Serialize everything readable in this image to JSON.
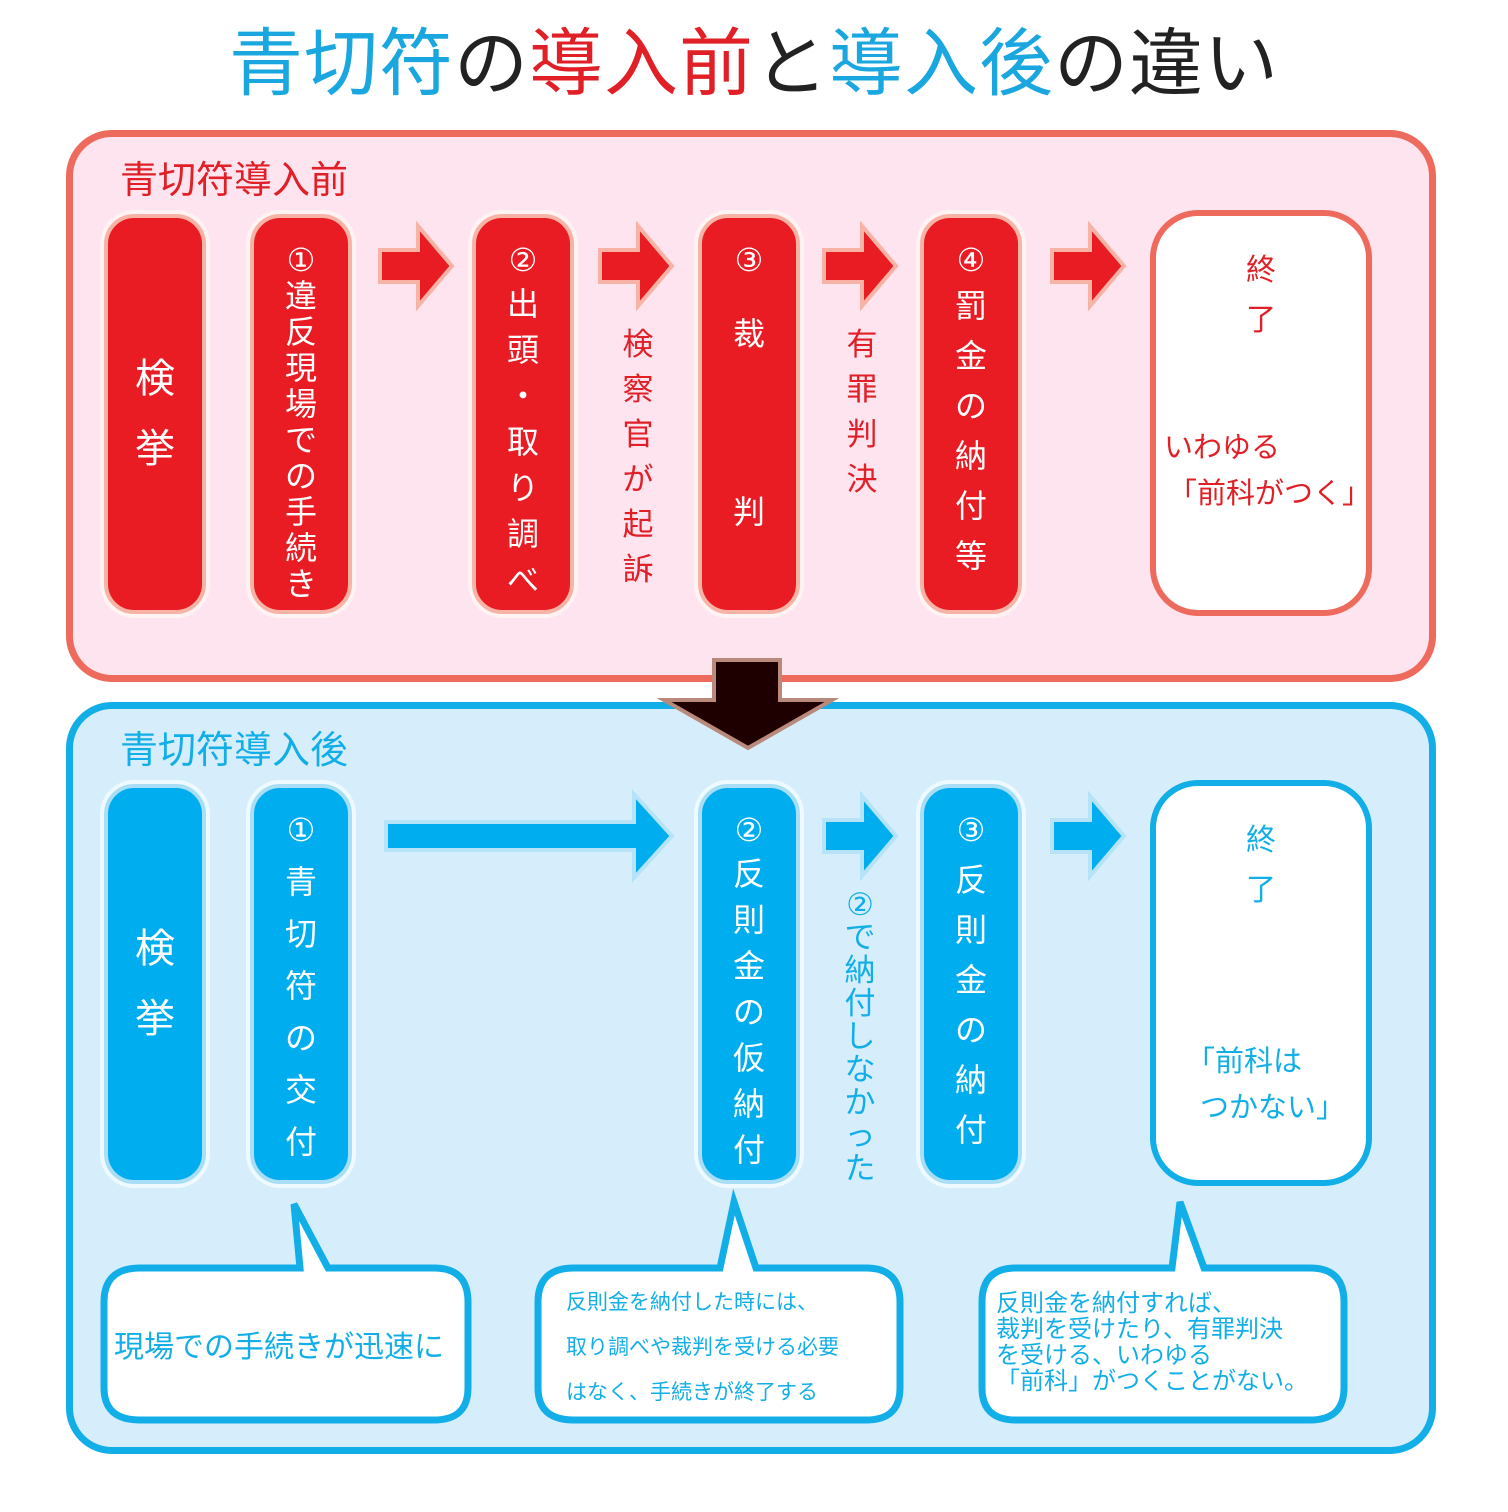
{
  "title": {
    "part1": "青切符",
    "part2": "の",
    "part3": "導入前",
    "part4": "と",
    "part5": "導入後",
    "part6": "の違い"
  },
  "colors": {
    "red": "#e91c24",
    "red_border": "#ee6a5c",
    "red_bg": "#fde4ef",
    "blue": "#00adee",
    "blue_border": "#12aee8",
    "blue_bg": "#d6eefb",
    "transition_arrow": "#1e0000"
  },
  "before": {
    "title": "青切符導入前",
    "start": "検挙",
    "steps": [
      {
        "num": "①",
        "label": "違反現場での手続き"
      },
      {
        "num": "②",
        "label": "出頭・取り調べ"
      },
      {
        "num": "③",
        "label": "裁判"
      },
      {
        "num": "④",
        "label": "罰金の納付等"
      }
    ],
    "between_labels": [
      "",
      "検察官が起訴",
      "有罪判決",
      ""
    ],
    "end": {
      "title": "終了",
      "line1": "いわゆる",
      "line2": "「前科がつく」"
    }
  },
  "after": {
    "title": "青切符導入後",
    "start": "検挙",
    "steps": [
      {
        "num": "①",
        "label": "青切符の交付"
      },
      {
        "num": "②",
        "label": "反則金の仮納付"
      },
      {
        "num": "③",
        "label": "反則金の納付"
      }
    ],
    "between_label": "②で納付しなかった",
    "end": {
      "title": "終了",
      "line1": "「前科は",
      "line2": "つかない」"
    },
    "bubbles": [
      {
        "lines": [
          "現場での手続きが迅速に"
        ]
      },
      {
        "lines": [
          "反則金を納付した時には、",
          "取り調べや裁判を受ける必要",
          "はなく、手続きが終了する"
        ]
      },
      {
        "lines": [
          "反則金を納付すれば、",
          "裁判を受けたり、有罪判決",
          "を受ける、いわゆる",
          "「前科」がつくことがない。"
        ]
      }
    ]
  }
}
